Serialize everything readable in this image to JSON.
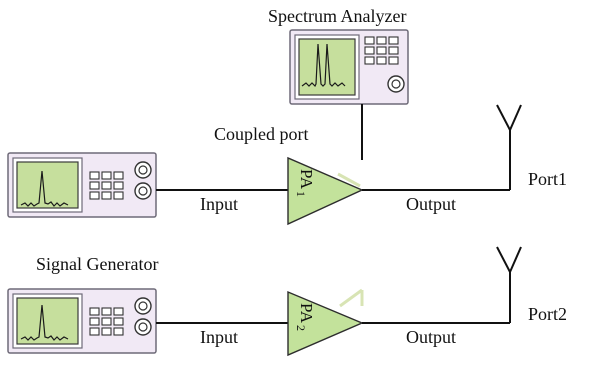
{
  "labels": {
    "spectrum_analyzer": "Spectrum Analyzer",
    "coupled_port": "Coupled port",
    "signal_generator": "Signal Generator",
    "port1": "Port1",
    "port2": "Port2",
    "input_top": "Input",
    "input_bottom": "Input",
    "output_top": "Output",
    "output_bottom": "Output"
  },
  "amplifiers": [
    {
      "name": "PA",
      "subscript": "1"
    },
    {
      "name": "PA",
      "subscript": "2"
    }
  ],
  "colors": {
    "instrument_body": "#f1e9f5",
    "instrument_border": "#6e6a78",
    "screen_fill": "#c6df9d",
    "amplifier_fill": "#c3e29b",
    "coupler_mark": "#d8e4b4",
    "wire": "#111111"
  }
}
